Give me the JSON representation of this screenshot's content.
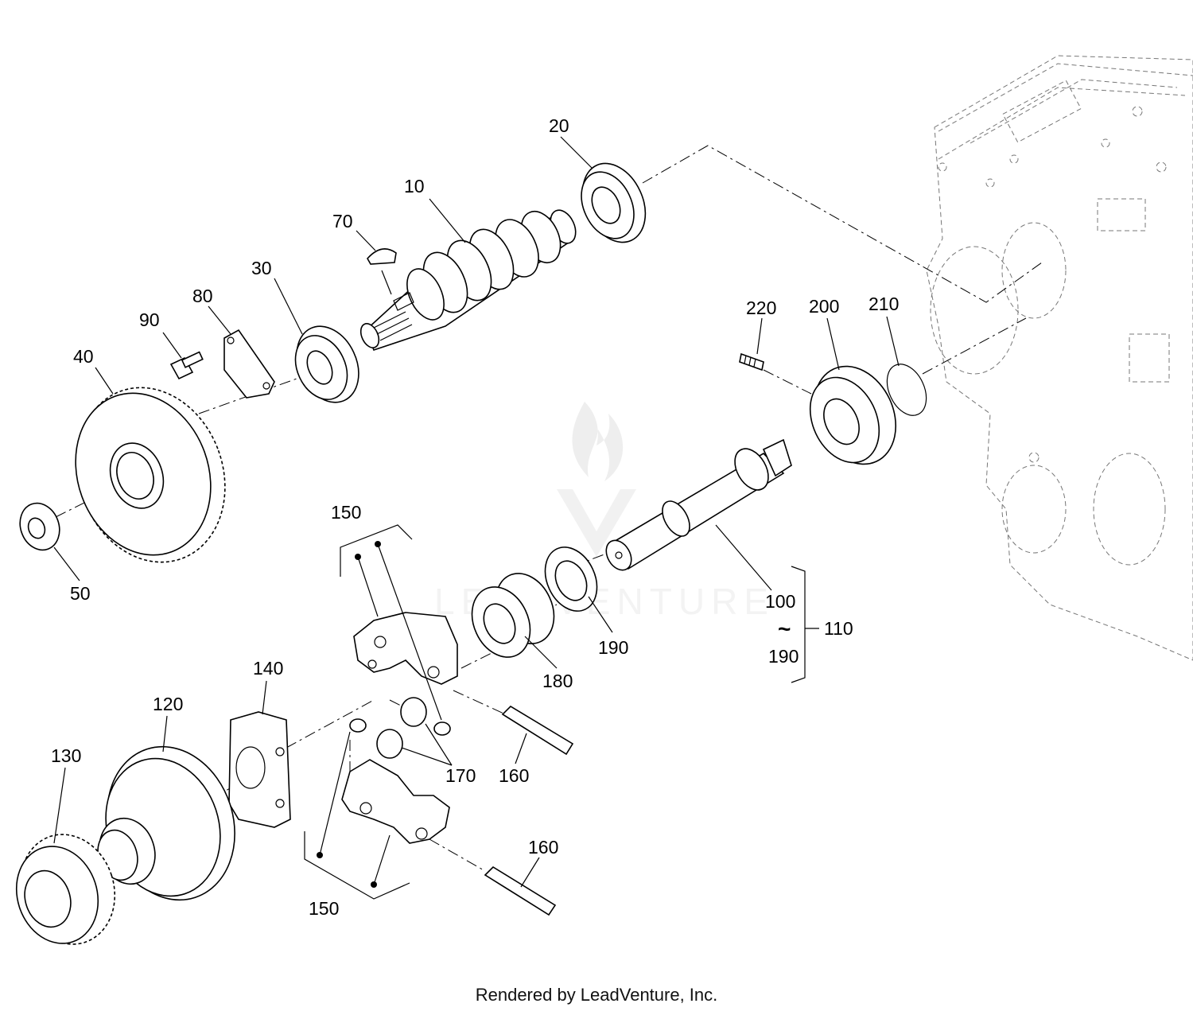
{
  "footer": "Rendered by LeadVenture, Inc.",
  "watermark": {
    "text": "LEADVENTURE",
    "color": "#dddddd"
  },
  "labels": {
    "p10": "10",
    "p20": "20",
    "p30": "30",
    "p40": "40",
    "p50": "50",
    "p70": "70",
    "p80": "80",
    "p90": "90",
    "p100": "100",
    "p110": "110",
    "p120": "120",
    "p130": "130",
    "p140": "140",
    "p150a": "150",
    "p150b": "150",
    "p160a": "160",
    "p160b": "160",
    "p170": "170",
    "p180": "180",
    "p190a": "190",
    "p190b": "190",
    "p200": "200",
    "p210": "210",
    "p220": "220",
    "tilde": "~"
  }
}
